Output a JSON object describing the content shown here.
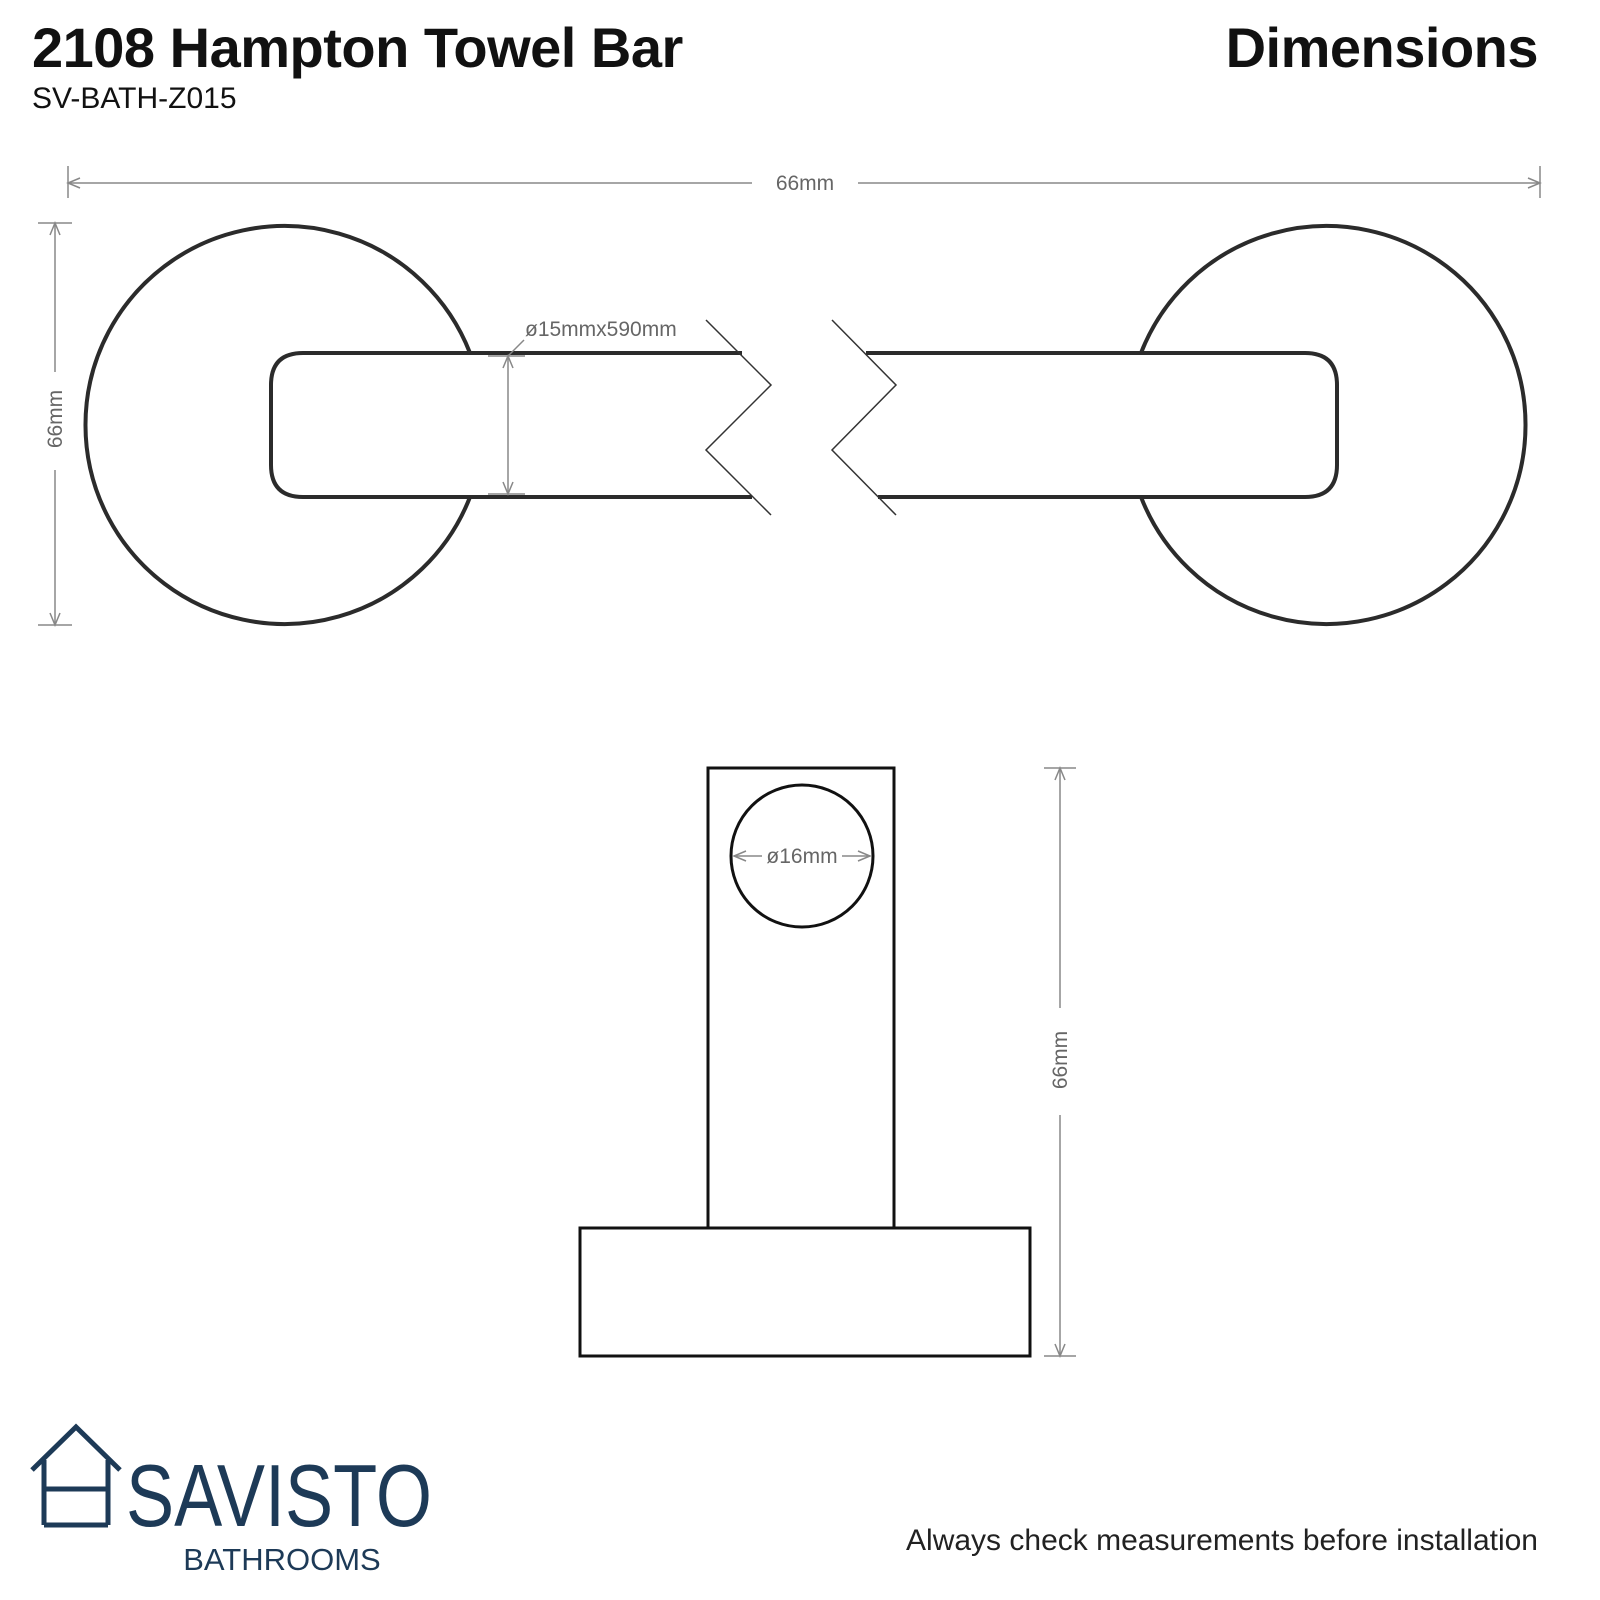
{
  "header": {
    "title": "2108 Hampton Towel Bar",
    "sku": "SV-BATH-Z015",
    "heading": "Dimensions"
  },
  "front_view": {
    "width_label": "66mm",
    "height_label": "66mm",
    "bar_label": "ø15mmx590mm"
  },
  "side_view": {
    "bore_label": "ø16mm",
    "depth_label": "66mm"
  },
  "brand": {
    "name": "SAVISTO",
    "tagline": "BATHROOMS",
    "color": "#1d3a57"
  },
  "footer": {
    "disclaimer": "Always check measurements before installation"
  }
}
